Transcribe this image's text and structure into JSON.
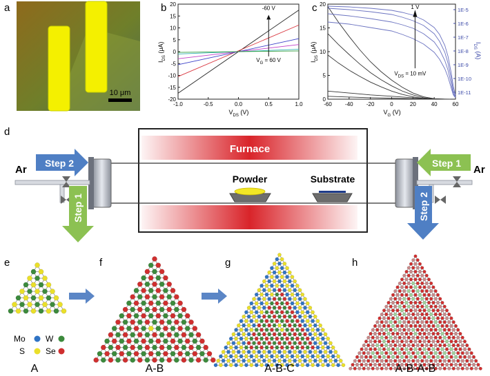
{
  "panels": {
    "a": "a",
    "b": "b",
    "c": "c",
    "d": "d",
    "e": "e",
    "f": "f",
    "g": "g",
    "h": "h"
  },
  "micrograph": {
    "scale_bar": "10 μm"
  },
  "chart_data": [
    {
      "type": "line",
      "panel": "b",
      "xlabel": "V",
      "xlabel_sub": "DS",
      "xlabel_unit": " (V)",
      "ylabel": "I",
      "ylabel_sub": "DS",
      "ylabel_unit": " (μA)",
      "xlim": [
        -1.0,
        1.0
      ],
      "ylim": [
        -20,
        20
      ],
      "xticks": [
        "-1.0",
        "-0.5",
        "0.0",
        "0.5",
        "1.0"
      ],
      "yticks": [
        "-20",
        "-15",
        "-10",
        "-5",
        "0",
        "5",
        "10",
        "15",
        "20"
      ],
      "annotation_top": "-60 V",
      "annotation_bottom": "V",
      "annotation_bottom_sub": "G",
      "annotation_bottom_rest": " = 60 V",
      "series": [
        {
          "color": "#222222",
          "x": [
            -1.0,
            1.0
          ],
          "y": [
            -17.5,
            17.5
          ]
        },
        {
          "color": "#d9343d",
          "x": [
            -1.0,
            1.0
          ],
          "y": [
            -10.5,
            11.2
          ]
        },
        {
          "color": "#3a3fc8",
          "x": [
            -1.0,
            1.0
          ],
          "y": [
            -5.5,
            5.5
          ]
        },
        {
          "color": "#c03fc8",
          "x": [
            -1.0,
            1.0
          ],
          "y": [
            -3.0,
            3.0
          ]
        },
        {
          "color": "#35b3b3",
          "x": [
            -1.0,
            1.0
          ],
          "y": [
            -1.0,
            1.0
          ]
        },
        {
          "color": "#2f9b3a",
          "x": [
            -1.0,
            1.0
          ],
          "y": [
            -0.3,
            0.3
          ]
        }
      ]
    },
    {
      "type": "line",
      "panel": "c",
      "xlabel": "V",
      "xlabel_sub": "G",
      "xlabel_unit": " (V)",
      "ylabel": "I",
      "ylabel_sub": "DS",
      "ylabel_unit": " (μA)",
      "y2label": "I",
      "y2label_sub": "DS",
      "y2label_unit": " (A)",
      "xlim": [
        -60,
        60
      ],
      "ylim": [
        0,
        20
      ],
      "xticks": [
        "-60",
        "-40",
        "-20",
        "0",
        "20",
        "40",
        "60"
      ],
      "yticks": [
        "0",
        "5",
        "10",
        "15",
        "20"
      ],
      "y2lim": [
        -11.5,
        -4.6
      ],
      "y2ticks": [
        "1E-11",
        "1E-10",
        "1E-9",
        "1E-8",
        "1E-7",
        "1E-6",
        "1E-5"
      ],
      "annotation_top": "1 V",
      "annotation_bottom": "V",
      "annotation_bottom_sub": "DS",
      "annotation_bottom_rest": " = 10 mV",
      "linear_series": [
        {
          "x": [
            -60,
            -50,
            -40,
            -30,
            -20,
            -10,
            0,
            10,
            20,
            30,
            40,
            50,
            55
          ],
          "y": [
            19.5,
            16.2,
            13.2,
            10.4,
            7.9,
            5.8,
            4.0,
            2.5,
            1.3,
            0.5,
            0.1,
            0.0,
            0.0
          ]
        },
        {
          "x": [
            -60,
            -50,
            -40,
            -30,
            -20,
            -10,
            0,
            10,
            20,
            30,
            40,
            50,
            55
          ],
          "y": [
            13.8,
            11.5,
            9.4,
            7.4,
            5.6,
            4.1,
            2.8,
            1.7,
            0.9,
            0.3,
            0.05,
            0.0,
            0.0
          ]
        },
        {
          "x": [
            -60,
            -50,
            -40,
            -30,
            -20,
            -10,
            0,
            10,
            20,
            30,
            40,
            50,
            55
          ],
          "y": [
            9.3,
            7.6,
            6.1,
            4.8,
            3.6,
            2.6,
            1.7,
            1.0,
            0.5,
            0.15,
            0.02,
            0.0,
            0.0
          ]
        },
        {
          "x": [
            -60,
            -40,
            -20,
            0,
            20,
            40,
            55
          ],
          "y": [
            1.7,
            1.3,
            0.9,
            0.6,
            0.3,
            0.05,
            0.0
          ]
        },
        {
          "x": [
            -60,
            -40,
            -20,
            0,
            20,
            40,
            55
          ],
          "y": [
            0.6,
            0.45,
            0.3,
            0.2,
            0.1,
            0.02,
            0.0
          ]
        }
      ],
      "log_series": [
        {
          "x": [
            -60,
            -40,
            -20,
            0,
            10,
            20,
            30,
            40,
            45,
            50,
            53,
            56,
            58,
            60
          ],
          "y": [
            -4.75,
            -4.8,
            -4.9,
            -5.05,
            -5.2,
            -5.4,
            -5.75,
            -6.3,
            -6.8,
            -7.6,
            -8.4,
            -9.6,
            -10.6,
            -11.2
          ]
        },
        {
          "x": [
            -60,
            -40,
            -20,
            0,
            10,
            20,
            30,
            40,
            45,
            50,
            53,
            56,
            58,
            60
          ],
          "y": [
            -4.9,
            -5.0,
            -5.15,
            -5.35,
            -5.55,
            -5.8,
            -6.15,
            -6.75,
            -7.3,
            -8.1,
            -8.9,
            -10.0,
            -10.9,
            -11.3
          ]
        },
        {
          "x": [
            -60,
            -40,
            -20,
            0,
            10,
            20,
            30,
            40,
            45,
            50,
            53,
            56,
            58,
            60
          ],
          "y": [
            -5.3,
            -5.45,
            -5.65,
            -5.9,
            -6.1,
            -6.35,
            -6.75,
            -7.35,
            -7.9,
            -8.7,
            -9.4,
            -10.4,
            -11.1,
            -11.35
          ]
        },
        {
          "x": [
            -60,
            -40,
            -20,
            0,
            10,
            20,
            30,
            40,
            45,
            50,
            53,
            56,
            58,
            60
          ],
          "y": [
            -5.9,
            -6.05,
            -6.3,
            -6.55,
            -6.8,
            -7.1,
            -7.5,
            -8.1,
            -8.6,
            -9.3,
            -9.9,
            -10.7,
            -11.2,
            -11.4
          ]
        }
      ]
    }
  ],
  "setup": {
    "furnace_label": "Furnace",
    "powder_label": "Powder",
    "substrate_label": "Substrate",
    "gas_left": "Ar",
    "gas_right": "Ar",
    "step_left_h": "Step 2",
    "step_left_v": "Step 1",
    "step_right_h": "Step 1",
    "step_right_v": "Step 2",
    "colors": {
      "step_blue": "#4f7fc4",
      "step_green": "#8cc152",
      "furnace_red": "#d9242a",
      "powder": "#f2e626"
    }
  },
  "crystals": {
    "legend": {
      "mo": "Mo",
      "w": "W",
      "s": "S",
      "se": "Se"
    },
    "labels": {
      "e": "A",
      "f": "A-B",
      "g": "A-B-C",
      "h": "A-B-A-B"
    },
    "colors": {
      "mo": "#2f73c4",
      "w": "#3c8a3c",
      "s": "#eadf2a",
      "se": "#cf2f2f",
      "wse_light": "#9fd39a"
    }
  }
}
